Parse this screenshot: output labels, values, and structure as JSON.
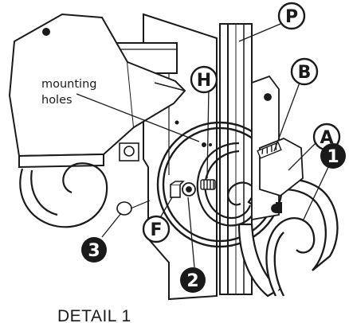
{
  "annotation": {
    "mounting_line1": "mounting",
    "mounting_line2": "holes"
  },
  "callouts_letter": [
    "P",
    "H",
    "B",
    "A",
    "F"
  ],
  "callouts_number": [
    "1",
    "2",
    "3"
  ],
  "caption": "DETAIL 1",
  "colors": {
    "ink": "#1a1a1a",
    "callout_fill_dark": "#1a1a1a",
    "callout_fill_light": "#ffffff",
    "background": "#ffffff"
  }
}
